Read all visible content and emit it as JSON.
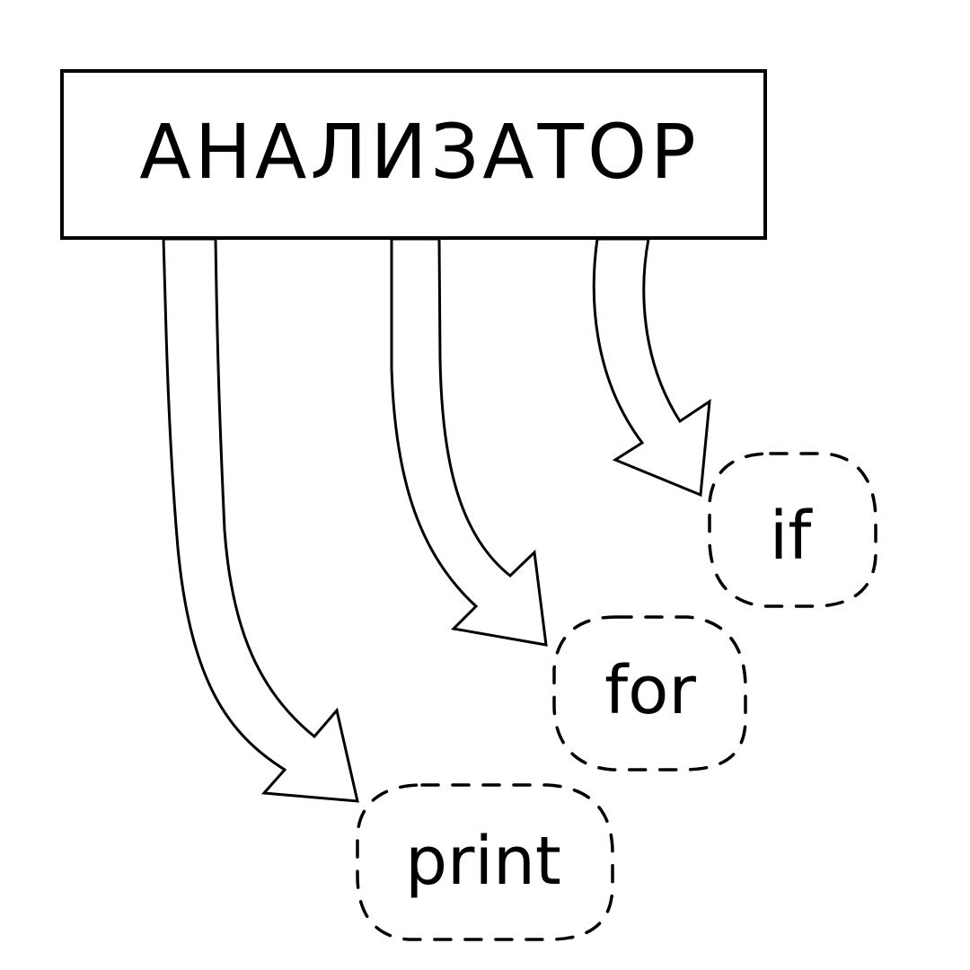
{
  "analyzer": {
    "label": "АНАЛИЗАТОР"
  },
  "outputs": [
    {
      "label": "if"
    },
    {
      "label": "for"
    },
    {
      "label": "print"
    }
  ],
  "colors": {
    "stroke": "#000000",
    "background": "#ffffff"
  }
}
